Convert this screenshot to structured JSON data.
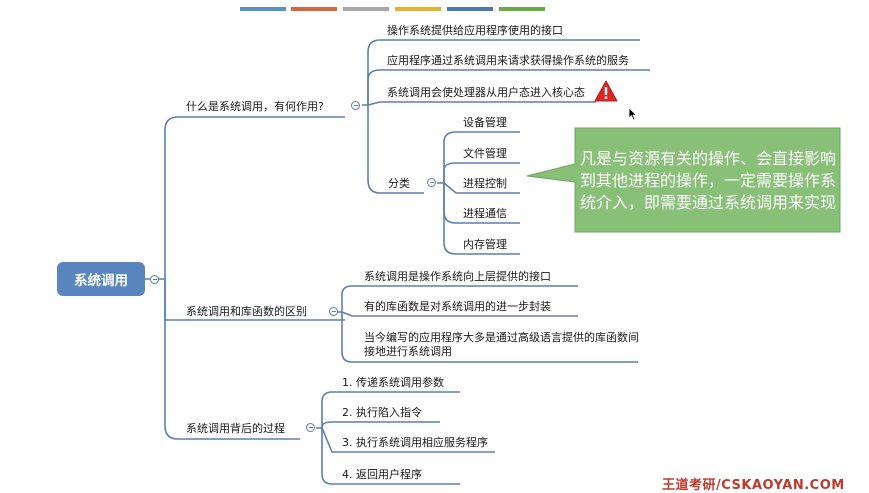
{
  "top_bar_colors": [
    "#5b8fc8",
    "#d9663b",
    "#a8a8a8",
    "#e6b12e",
    "#4e78b5",
    "#6aab46"
  ],
  "colors": {
    "root": "#5a86c0",
    "line": "#5b7fb5",
    "callout": "#88c078",
    "warning": "#e02424"
  },
  "root": {
    "label": "系统调用"
  },
  "branches": [
    {
      "label": "什么是系统调用，有何作用?",
      "children": [
        "操作系统提供给应用程序使用的接口",
        "应用程序通过系统调用来请求获得操作系统的服务",
        "系统调用会使处理器从用户态进入核心态"
      ],
      "category": {
        "label": "分类",
        "items": [
          "设备管理",
          "文件管理",
          "进程控制",
          "进程通信",
          "内存管理"
        ]
      }
    },
    {
      "label": "系统调用和库函数的区别",
      "children": [
        "系统调用是操作系统向上层提供的接口",
        "有的库函数是对系统调用的进一步封装",
        "当今编写的应用程序大多是通过高级语言提供的库函数间接地进行系统调用"
      ]
    },
    {
      "label": "系统调用背后的过程",
      "children": [
        "1. 传递系统调用参数",
        "2. 执行陷入指令",
        "3. 执行系统调用相应服务程序",
        "4. 返回用户程序"
      ]
    }
  ],
  "callout": {
    "text": "凡是与资源有关的操作、会直接影响到其他进程的操作，一定需要操作系统介入，即需要通过系统调用来实现"
  },
  "icons": {
    "warning": "warning-icon",
    "cursor": "cursor-icon"
  },
  "watermark": {
    "text": "王道考研/CSKAOYAN.COM"
  }
}
